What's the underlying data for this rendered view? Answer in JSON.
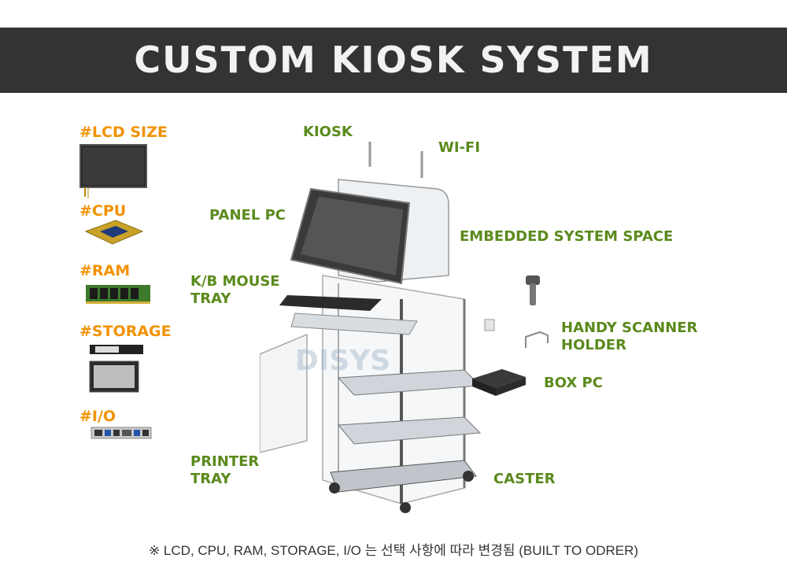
{
  "title": "CUSTOM KIOSK SYSTEM",
  "options": {
    "lcd": "#LCD SIZE",
    "cpu": "#CPU",
    "ram": "#RAM",
    "storage": "#STORAGE",
    "io": "#I/O"
  },
  "parts": {
    "kiosk": "KIOSK",
    "wifi": "WI-FI",
    "panel_pc": "PANEL PC",
    "embedded": "EMBEDDED SYSTEM SPACE",
    "kb_mouse_1": "K/B MOUSE",
    "kb_mouse_2": "TRAY",
    "scanner_1": "HANDY SCANNER",
    "scanner_2": "HOLDER",
    "box_pc": "BOX PC",
    "printer_1": "PRINTER",
    "printer_2": "TRAY",
    "caster": "CASTER"
  },
  "footnote": "※ LCD, CPU, RAM, STORAGE, I/O  는 선택 사항에 따라 변경됨 (BUILT TO ODRER)",
  "colors": {
    "title_bar": "#333333",
    "option_label": "#f39200",
    "part_label": "#5a8a1c"
  }
}
